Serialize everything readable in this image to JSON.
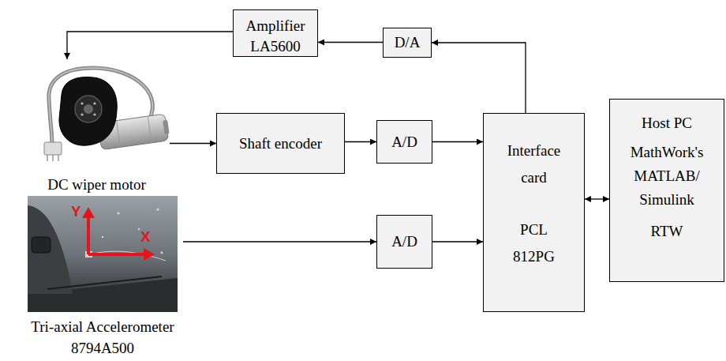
{
  "diagram": {
    "nodes": [
      {
        "text": [
          "Amplifier",
          "LA5600"
        ]
      },
      {
        "text": [
          "D/A"
        ]
      },
      {
        "text": [
          "DC wiper motor"
        ]
      },
      {
        "text": [
          "Shaft encoder"
        ]
      },
      {
        "text": [
          "A/D"
        ]
      },
      {
        "text": [
          "Interface card",
          "PCL 812PG"
        ]
      },
      {
        "text": [
          "Host PC",
          "MathWork's MATLAB/ Simulink",
          "RTW"
        ]
      },
      {
        "text": [
          "Tri-axial Accelerometer",
          "8794A500"
        ]
      },
      {
        "text": [
          "A/D"
        ]
      }
    ],
    "edges": [
      {
        "from": 1,
        "to": 0,
        "arrow": "to"
      },
      {
        "from": 0,
        "to": 2,
        "arrow": "to"
      },
      {
        "from": 2,
        "to": 3,
        "arrow": "to"
      },
      {
        "from": 3,
        "to": 4,
        "arrow": "to"
      },
      {
        "from": 4,
        "to": 5,
        "arrow": "to"
      },
      {
        "from": 5,
        "to": 1,
        "arrow": "to"
      },
      {
        "from": 7,
        "to": 8,
        "arrow": "to"
      },
      {
        "from": 8,
        "to": 5,
        "arrow": "to"
      },
      {
        "from": 5,
        "to": 6,
        "arrow": "both"
      }
    ],
    "labels": [
      "Y",
      "X"
    ]
  }
}
